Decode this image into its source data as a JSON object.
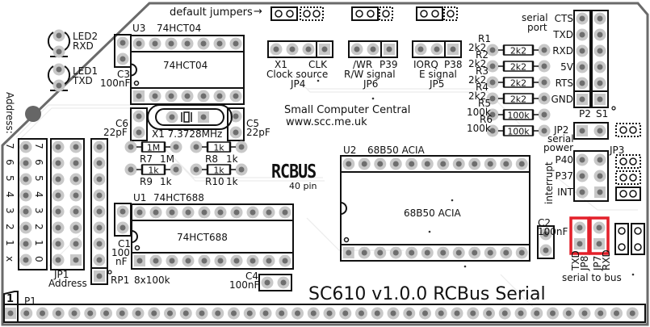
{
  "board": {
    "title": "SC610 v1.0.0 RCBus Serial",
    "maker": "Small Computer Central",
    "url": "www.scc.me.uk",
    "bus_logo": "RCBUS",
    "bus_pins": "40 pin",
    "default_jumpers_label": "default jumpers",
    "colors": {
      "silkscreen": "#111111",
      "pad_ring": "#c8c8c8",
      "pad_hole": "#6e6e6e",
      "highlight": "#e3202a",
      "trace": "#e6e6e6"
    }
  },
  "leds": [
    {
      "ref": "LED2",
      "signal": "RXD"
    },
    {
      "ref": "LED1",
      "signal": "TXD"
    }
  ],
  "chips": {
    "u3": {
      "ref": "U3",
      "part": "74HCT04",
      "body_label": "74HCT04",
      "pins_per_row": 7
    },
    "u1": {
      "ref": "U1",
      "part": "74HCT688",
      "body_label": "74HCT688",
      "pins_per_row": 10
    },
    "u2": {
      "ref": "U2",
      "part": "68B50 ACIA",
      "body_label": "68B50 ACIA",
      "pins_per_row": 12
    }
  },
  "capacitors": {
    "c1": {
      "ref": "C1",
      "value_line1": "100",
      "value_line2": "nF"
    },
    "c2": {
      "ref": "C2",
      "value": "100nF"
    },
    "c3": {
      "ref": "C3",
      "value": "100nF"
    },
    "c4": {
      "ref": "C4",
      "value": "100nF"
    },
    "c5": {
      "ref": "C5",
      "value": "22pF"
    },
    "c6": {
      "ref": "C6",
      "value": "22pF"
    }
  },
  "crystal": {
    "ref": "X1",
    "value": "7.3728MHz",
    "label": "X1 7.3728MHz"
  },
  "resistors_small": [
    {
      "ref": "R7",
      "value": "1M",
      "body": "1M"
    },
    {
      "ref": "R8",
      "value": "1k",
      "body": "1k"
    },
    {
      "ref": "R9",
      "value": "1k",
      "body": "1k"
    },
    {
      "ref": "R10",
      "value": "1k",
      "body": "1k"
    }
  ],
  "resistors_right": [
    {
      "ref": "R1",
      "value": "2k2",
      "body": "2k2"
    },
    {
      "ref": "R2",
      "value": "2k2",
      "body": "2k2"
    },
    {
      "ref": "R3",
      "value": "2k2",
      "body": "2k2"
    },
    {
      "ref": "R4",
      "value": "2k2",
      "body": "2k2"
    },
    {
      "ref": "R5",
      "value": "100k",
      "body": "100k"
    },
    {
      "ref": "R6",
      "value": "100k",
      "body": "100k"
    }
  ],
  "jumpers": {
    "jp4": {
      "ref": "JP4",
      "left": "X1",
      "right": "CLK",
      "desc": "Clock source"
    },
    "jp6": {
      "ref": "JP6",
      "left": "/WR",
      "right": "P39",
      "desc": "R/W signal"
    },
    "jp5": {
      "ref": "JP5",
      "left": "IORQ",
      "right": "P38",
      "desc": "E signal"
    },
    "jp1": {
      "ref": "JP1",
      "desc": "Address"
    },
    "jp2": {
      "ref": "JP2",
      "desc_line1": "serial",
      "desc_line2": "power"
    },
    "jp3": {
      "ref": "JP3",
      "group_label": "interrupt",
      "rows": [
        "P40",
        "P37",
        "INT"
      ]
    },
    "jp7": {
      "ref": "JP7",
      "signal": "RXD"
    },
    "jp8": {
      "ref": "JP8",
      "signal": "TXD"
    },
    "serial_to_bus": "serial to bus"
  },
  "serial_port": {
    "label_line1": "serial",
    "label_line2": "port",
    "pins": [
      "CTS",
      "TXD",
      "RXD",
      "5V",
      "RTS",
      "GND"
    ],
    "p2_ref": "P2",
    "s1_ref": "S1"
  },
  "address": {
    "title": "Address:",
    "outer_labels": [
      "7",
      "6",
      "5",
      "4",
      "3",
      "2",
      "1",
      "x"
    ],
    "inner_labels": [
      "7",
      "6",
      "5",
      "4",
      "3",
      "2",
      "1",
      "0"
    ]
  },
  "resistor_network": {
    "ref": "RP1",
    "value": "8x100k"
  },
  "bus_connector": {
    "ref": "P1",
    "pin1_label": "1",
    "pin_count": 40
  }
}
